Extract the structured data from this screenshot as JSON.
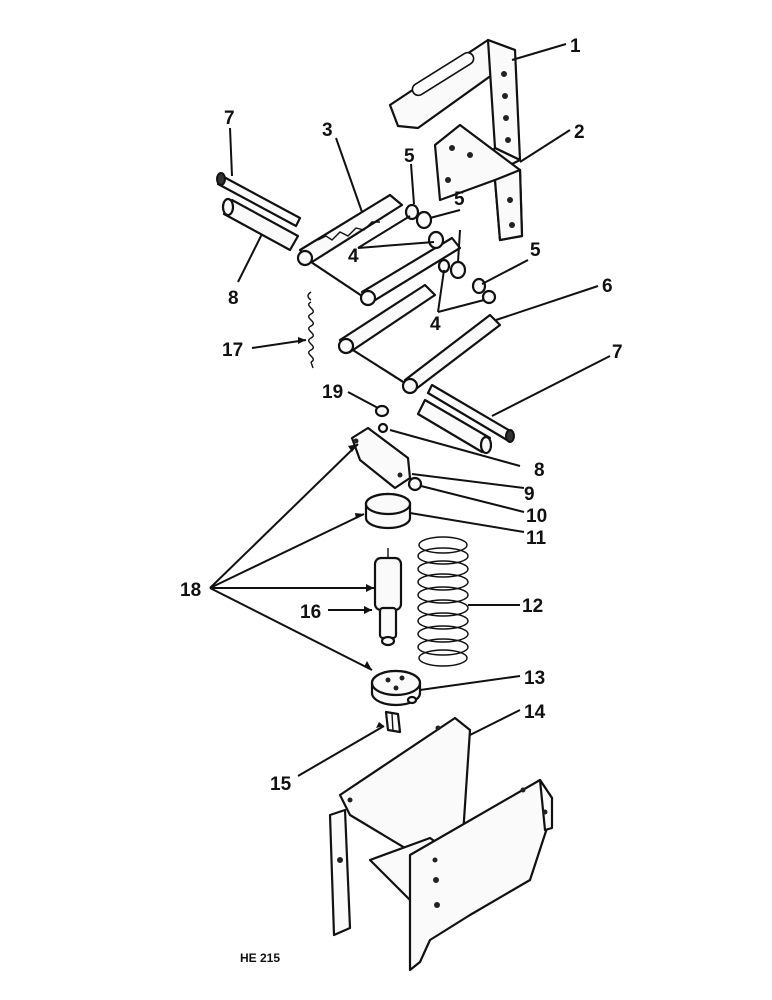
{
  "figure": {
    "code": "HE 215",
    "callouts": [
      {
        "id": "c1",
        "label": "1"
      },
      {
        "id": "c2",
        "label": "2"
      },
      {
        "id": "c3",
        "label": "3"
      },
      {
        "id": "c4a",
        "label": "4"
      },
      {
        "id": "c4b",
        "label": "4"
      },
      {
        "id": "c5a",
        "label": "5"
      },
      {
        "id": "c5b",
        "label": "5"
      },
      {
        "id": "c5c",
        "label": "5"
      },
      {
        "id": "c6",
        "label": "6"
      },
      {
        "id": "c7a",
        "label": "7"
      },
      {
        "id": "c7b",
        "label": "7"
      },
      {
        "id": "c8a",
        "label": "8"
      },
      {
        "id": "c8b",
        "label": "8"
      },
      {
        "id": "c9",
        "label": "9"
      },
      {
        "id": "c10",
        "label": "10"
      },
      {
        "id": "c11",
        "label": "11"
      },
      {
        "id": "c12",
        "label": "12"
      },
      {
        "id": "c13",
        "label": "13"
      },
      {
        "id": "c14",
        "label": "14"
      },
      {
        "id": "c15",
        "label": "15"
      },
      {
        "id": "c16",
        "label": "16"
      },
      {
        "id": "c17",
        "label": "17"
      },
      {
        "id": "c18",
        "label": "18"
      },
      {
        "id": "c19",
        "label": "19"
      }
    ]
  }
}
